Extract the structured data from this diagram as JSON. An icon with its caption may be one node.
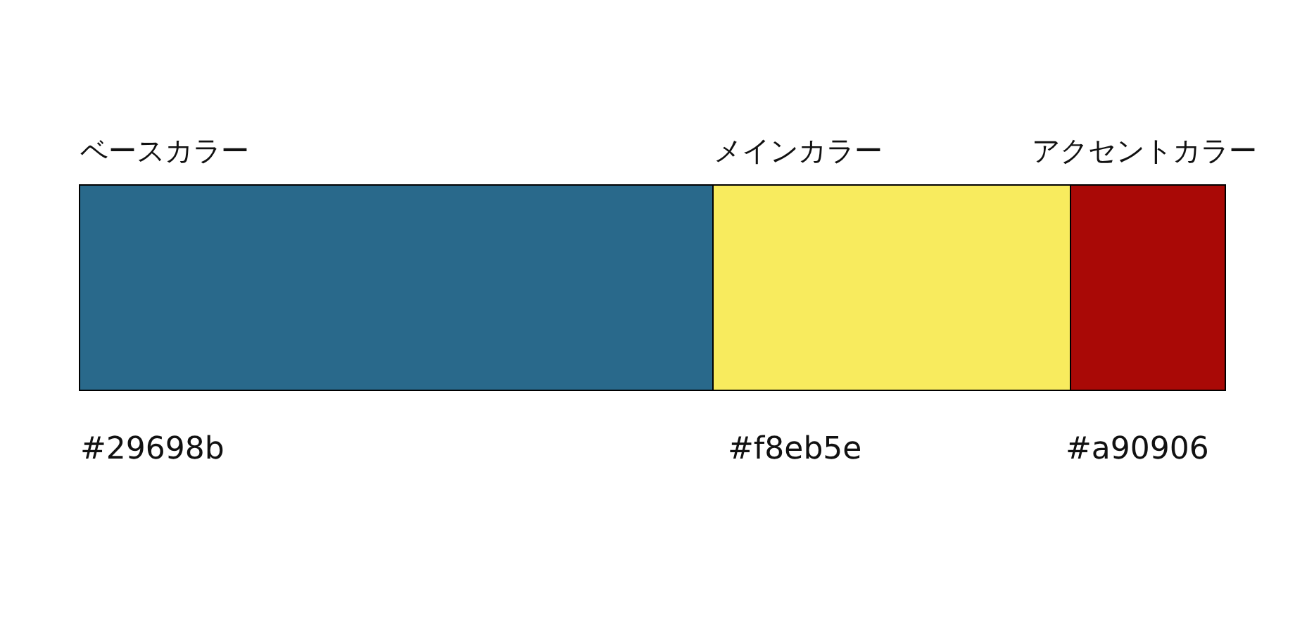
{
  "diagram": {
    "nodes": [
      {
        "text": [
          "ベースカラー"
        ],
        "beside": [
          "#29698b"
        ]
      },
      {
        "text": [
          "メインカラー"
        ],
        "beside": [
          "#f8eb5e"
        ]
      },
      {
        "text": [
          "アクセントカラー"
        ],
        "beside": [
          "#a90906"
        ]
      }
    ]
  }
}
